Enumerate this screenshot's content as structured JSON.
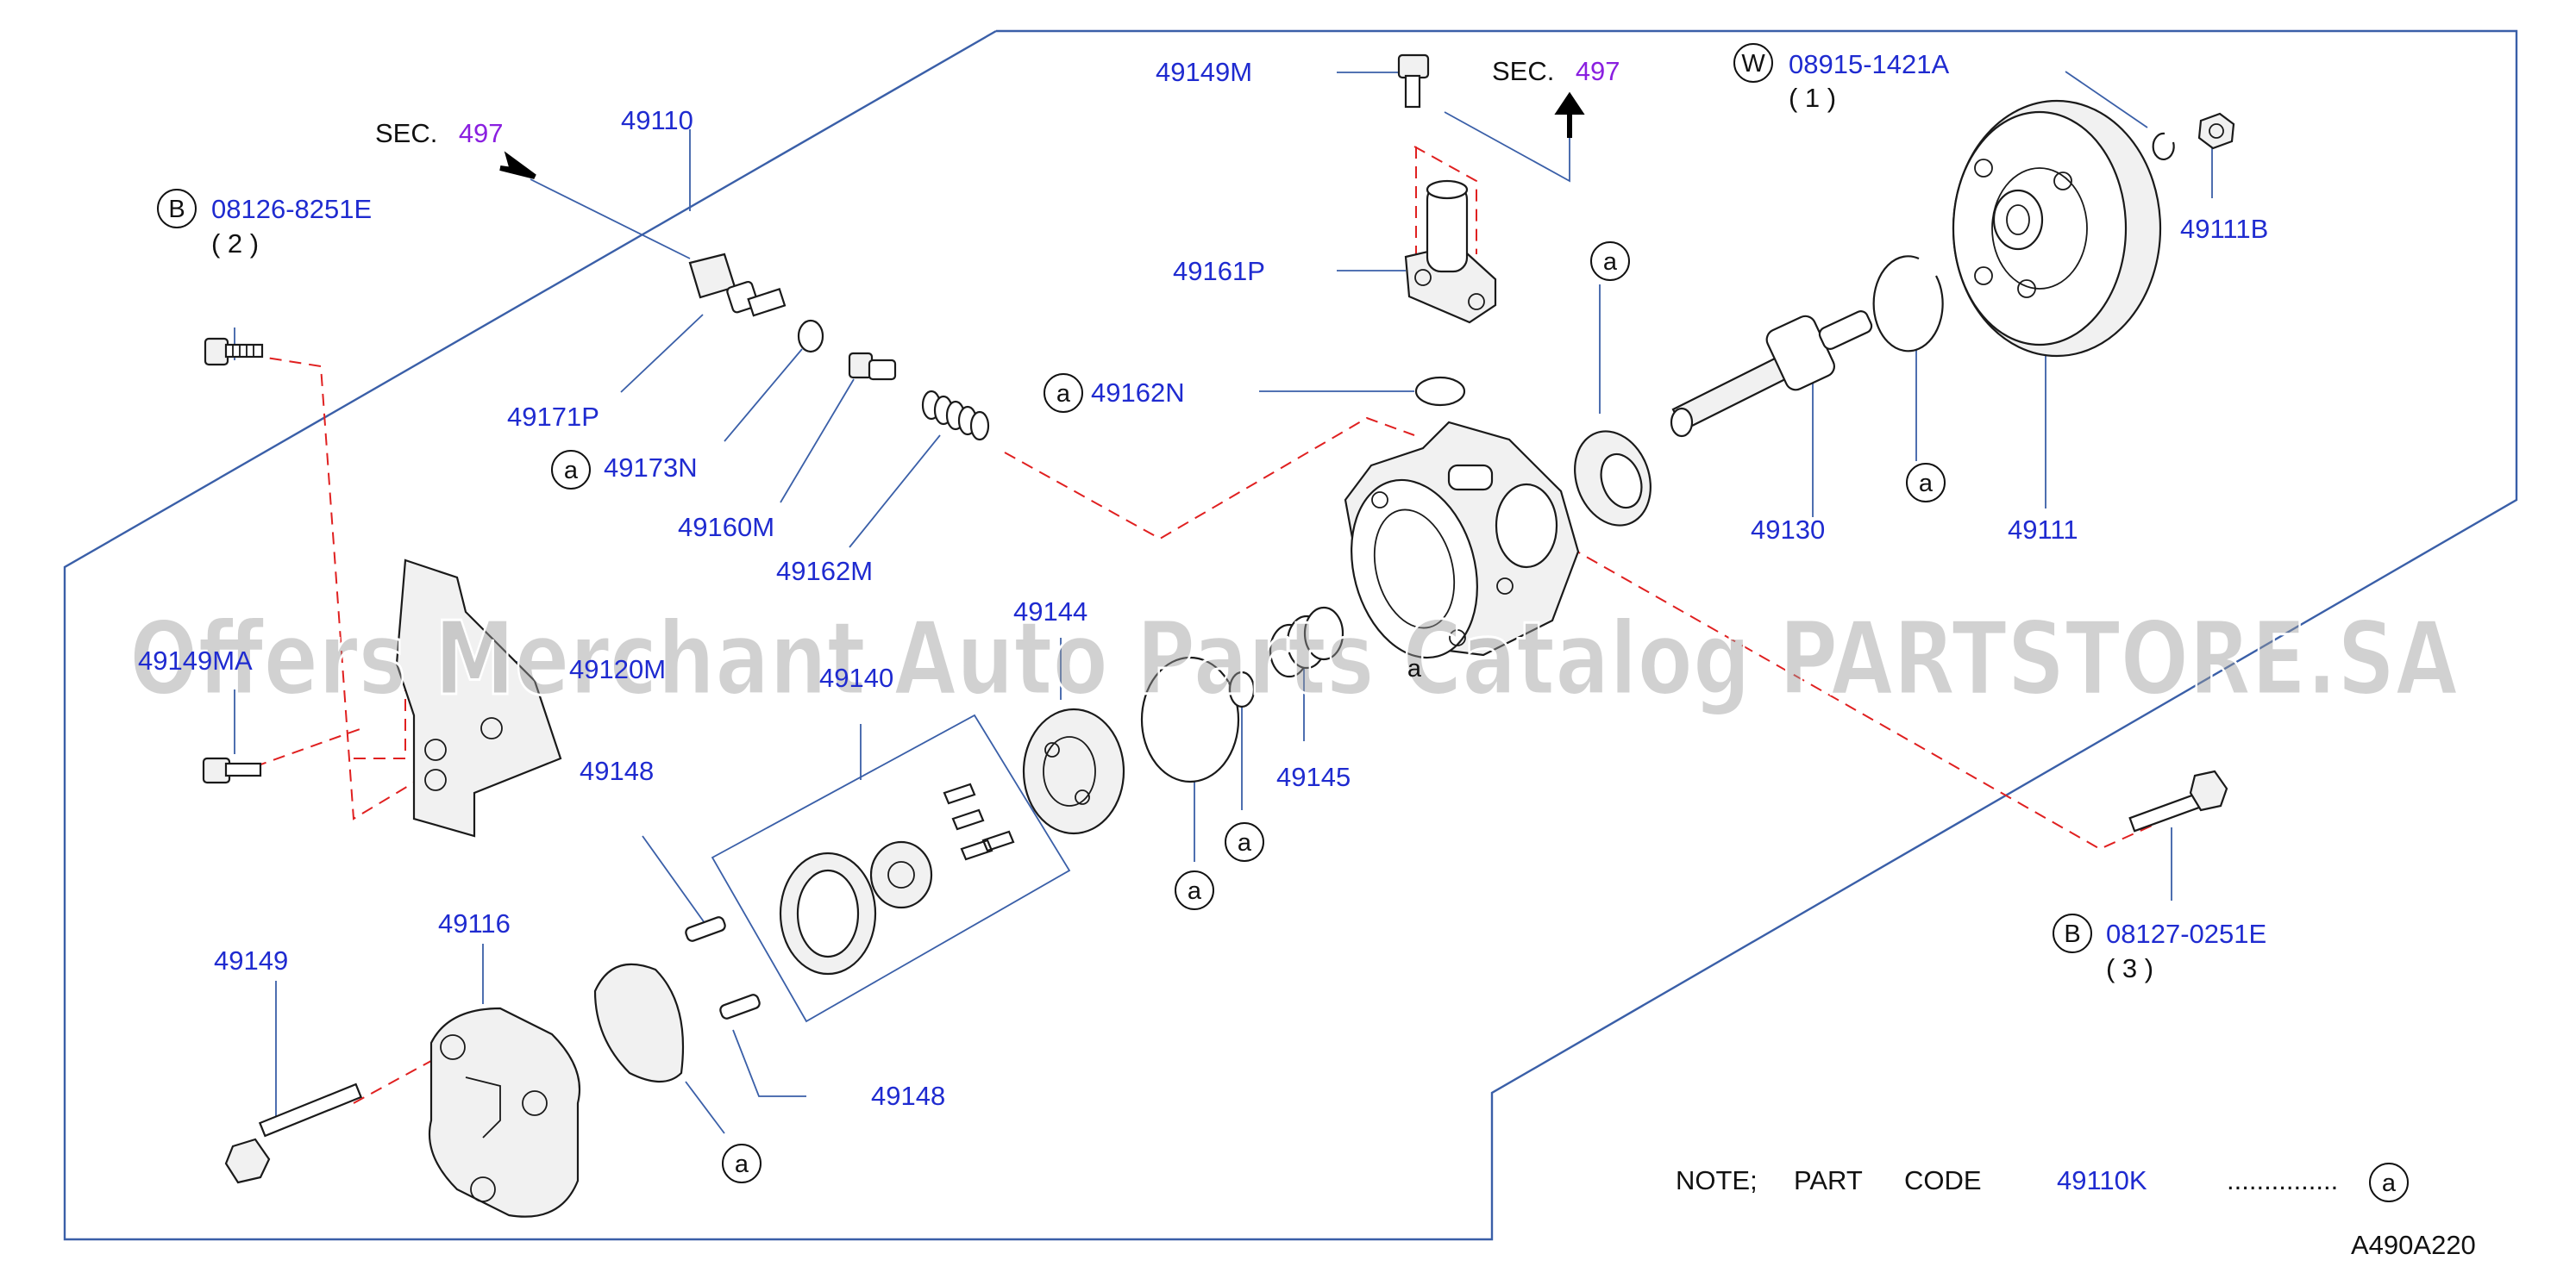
{
  "diagram": {
    "watermark": "Offers Merchant Auto Parts Catalog PARTSTORE.SA",
    "code": "A490A220",
    "note": {
      "prefix": "NOTE;",
      "label": "PART",
      "word": "CODE",
      "part": "49110K",
      "dots": "...............",
      "marker": "a"
    },
    "sec_refs": [
      {
        "prefix": "SEC.",
        "number": "497"
      },
      {
        "prefix": "SEC.",
        "number": "497"
      }
    ],
    "parts": {
      "p49110": "49110",
      "p49171P": "49171P",
      "p49173N": "49173N",
      "p49160M": "49160M",
      "p49162M": "49162M",
      "p49149M": "49149M",
      "p49161P": "49161P",
      "p49162N": "49162N",
      "p49130": "49130",
      "p49111": "49111",
      "p49111B": "49111B",
      "p49144": "49144",
      "p49145": "49145",
      "p49148a": "49148",
      "p49148b": "49148",
      "p49116": "49116",
      "p49149": "49149",
      "p49140": "49140",
      "p49120M": "49120M",
      "p49149MA": "49149MA"
    },
    "bolts": [
      {
        "marker": "B",
        "part": "08126-8251E",
        "qty": "( 2 )"
      },
      {
        "marker": "W",
        "part": "08915-1421A",
        "qty": "( 1 )"
      },
      {
        "marker": "B",
        "part": "08127-0251E",
        "qty": "( 3 )"
      }
    ],
    "markers": {
      "a1": "a",
      "a2": "a",
      "a3": "a",
      "a4": "a",
      "a5": "a",
      "a6": "a",
      "a7": "a",
      "a8": "a",
      "a9": "a"
    }
  }
}
